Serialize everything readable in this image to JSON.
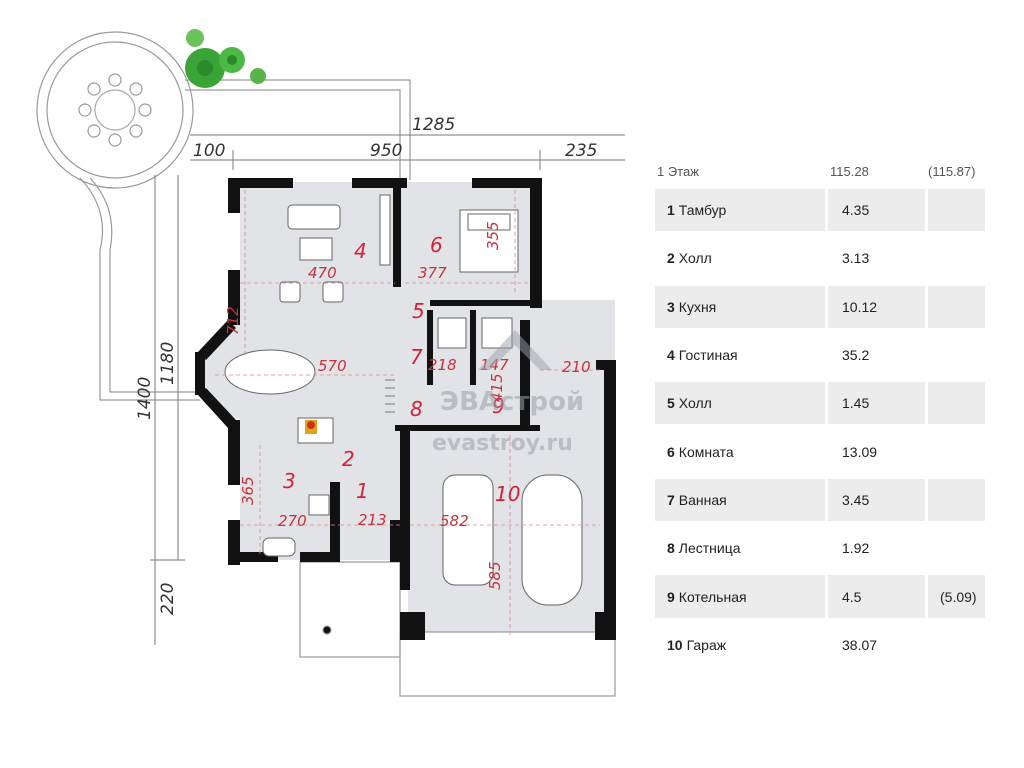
{
  "plan": {
    "overall_width": "1285",
    "segments_top": [
      "100",
      "950",
      "235"
    ],
    "height_total": "1400",
    "height_inner": "1180",
    "height_bottom": "220",
    "rooms": [
      {
        "num": "1",
        "dim": "213"
      },
      {
        "num": "2"
      },
      {
        "num": "3",
        "dims": [
          "365",
          "270"
        ]
      },
      {
        "num": "4",
        "dims": [
          "470",
          "712",
          "570"
        ]
      },
      {
        "num": "5"
      },
      {
        "num": "6",
        "dims": [
          "377",
          "355"
        ]
      },
      {
        "num": "7",
        "dim": "218"
      },
      {
        "num": "8"
      },
      {
        "num": "9",
        "dims": [
          "147",
          "415",
          "210"
        ]
      },
      {
        "num": "10",
        "dims": [
          "582",
          "585"
        ]
      }
    ],
    "watermark_line1": "ЭВАстрой",
    "watermark_line2": "evastroy.ru"
  },
  "table": {
    "header": {
      "label": "1 Этаж",
      "area": "115.28",
      "area_alt": "(115.87)"
    },
    "rows": [
      {
        "num": "1",
        "name": "Тамбур",
        "area": "4.35",
        "alt": ""
      },
      {
        "num": "2",
        "name": "Холл",
        "area": "3.13",
        "alt": ""
      },
      {
        "num": "3",
        "name": "Кухня",
        "area": "10.12",
        "alt": ""
      },
      {
        "num": "4",
        "name": "Гостиная",
        "area": "35.2",
        "alt": ""
      },
      {
        "num": "5",
        "name": "Холл",
        "area": "1.45",
        "alt": ""
      },
      {
        "num": "6",
        "name": "Комната",
        "area": "13.09",
        "alt": ""
      },
      {
        "num": "7",
        "name": "Ванная",
        "area": "3.45",
        "alt": ""
      },
      {
        "num": "8",
        "name": "Лестница",
        "area": "1.92",
        "alt": ""
      },
      {
        "num": "9",
        "name": "Котельная",
        "area": "4.5",
        "alt": "(5.09)"
      },
      {
        "num": "10",
        "name": "Гараж",
        "area": "38.07",
        "alt": ""
      }
    ]
  },
  "colors": {
    "wall": "#111111",
    "floor": "#e2e3e6",
    "label_red": "#d4213b",
    "plant_green": "#3aa536"
  }
}
